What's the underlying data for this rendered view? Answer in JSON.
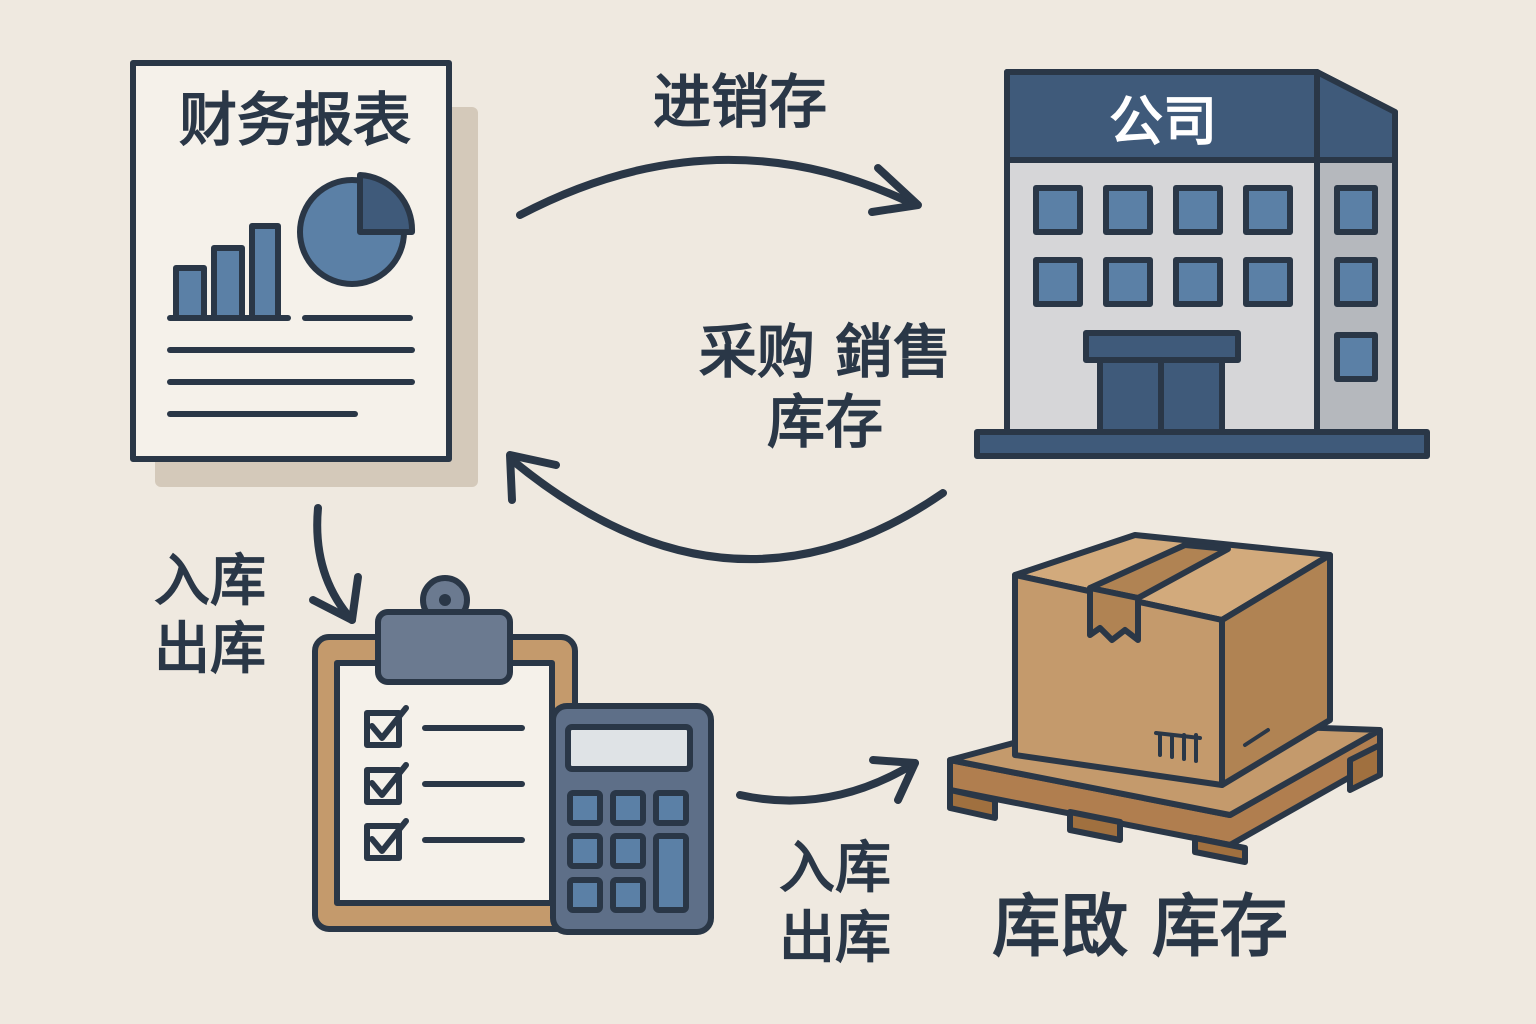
{
  "report": {
    "title": "财务报表"
  },
  "flow_top": {
    "label": "进销存"
  },
  "company": {
    "sign": "公司"
  },
  "flow_middle": {
    "line1": "采购 銷售",
    "line2": "库存"
  },
  "flow_left": {
    "line1": "入库",
    "line2": "出库"
  },
  "flow_bottom": {
    "line1": "入库",
    "line2": "出库"
  },
  "warehouse": {
    "label": "库敃 库存"
  },
  "colors": {
    "background": "#efe9e0",
    "ink": "#2a3747",
    "blue": "#5b80a6",
    "navy": "#3f5a7a",
    "cardboard": "#c49a6c"
  }
}
